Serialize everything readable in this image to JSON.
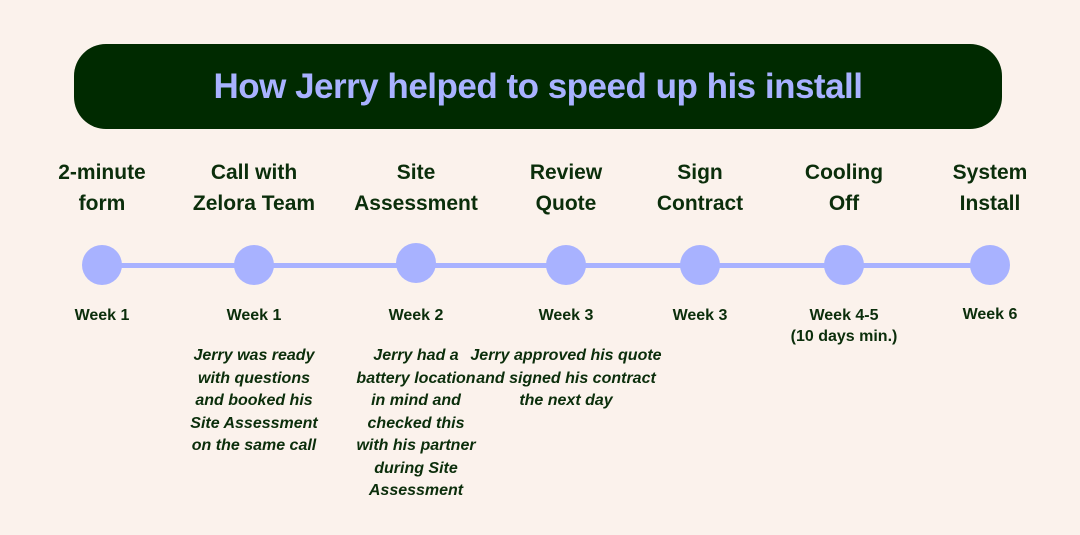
{
  "title": "How Jerry helped to speed up his install",
  "colors": {
    "background": "#FBF2EC",
    "banner": "#002A00",
    "accent": "#A8B2FF",
    "text": "#0B2E0B"
  },
  "steps": [
    {
      "title_line1": "2-minute",
      "title_line2": "form",
      "week": "Week 1",
      "week_line2": "",
      "note": []
    },
    {
      "title_line1": "Call with",
      "title_line2": "Zelora Team",
      "week": "Week 1",
      "week_line2": "",
      "note": [
        "Jerry was ready",
        "with questions",
        "and booked his",
        "Site Assessment",
        "on the same call"
      ]
    },
    {
      "title_line1": "Site",
      "title_line2": "Assessment",
      "week": "Week 2",
      "week_line2": "",
      "note": [
        "Jerry had a",
        "battery location",
        "in mind and",
        "checked this",
        "with his partner",
        "during Site",
        "Assessment"
      ]
    },
    {
      "title_line1": "Review",
      "title_line2": "Quote",
      "week": "Week 3",
      "week_line2": "",
      "note": [
        "Jerry approved his quote",
        "and signed his contract",
        "the next day"
      ]
    },
    {
      "title_line1": "Sign",
      "title_line2": "Contract",
      "week": "Week 3",
      "week_line2": "",
      "note": []
    },
    {
      "title_line1": "Cooling",
      "title_line2": "Off",
      "week": "Week 4-5",
      "week_line2": "(10 days min.)",
      "note": []
    },
    {
      "title_line1": "System",
      "title_line2": "Install",
      "week": "Week 6",
      "week_line2": "",
      "note": []
    }
  ]
}
